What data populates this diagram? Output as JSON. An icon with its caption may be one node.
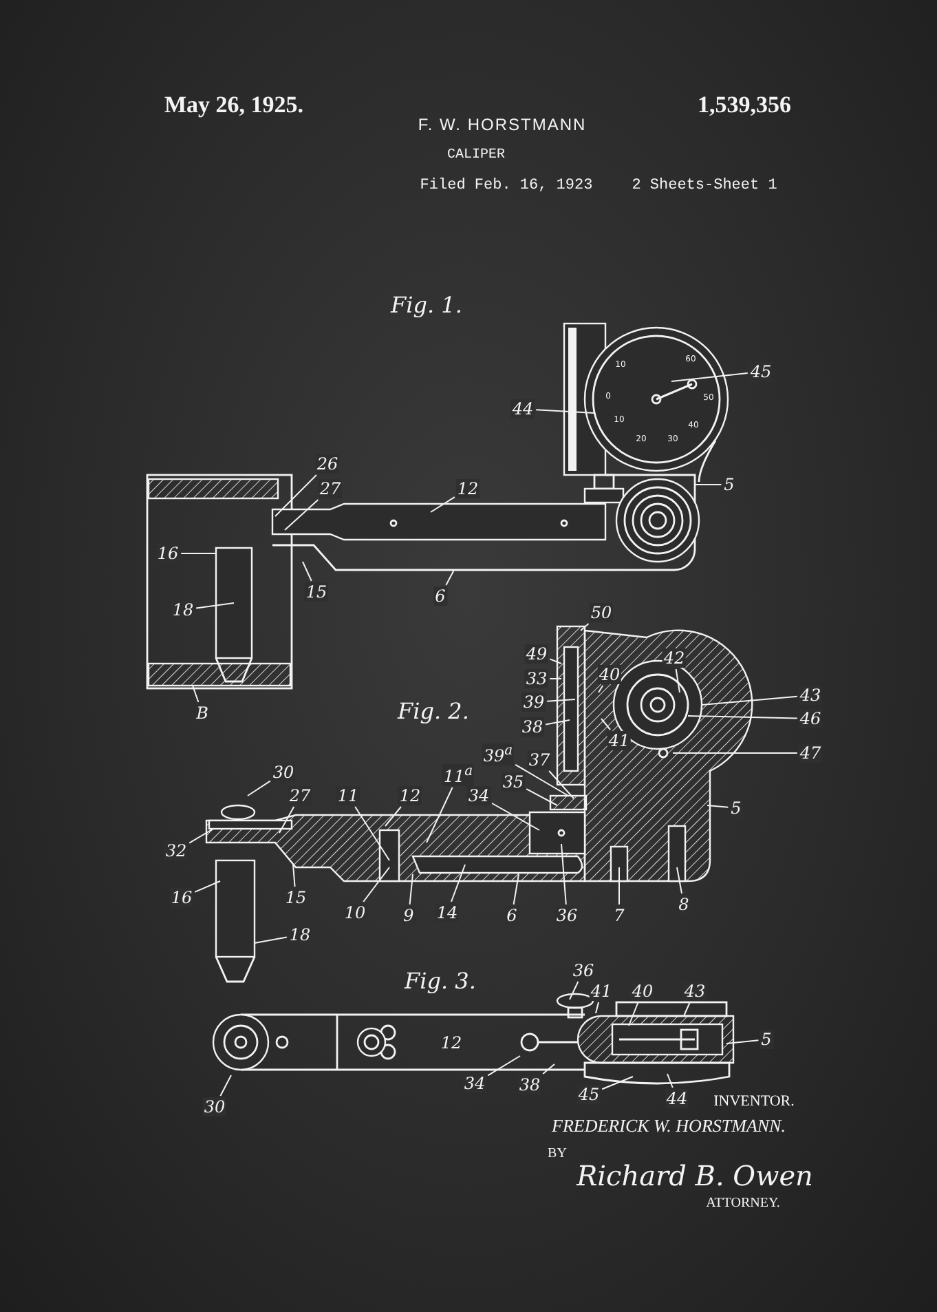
{
  "diagram": {
    "nodes": [
      {
        "text": [
          "44"
        ]
      },
      {
        "text": [
          "45"
        ]
      },
      {
        "text": [
          "26"
        ]
      },
      {
        "text": [
          "27"
        ]
      },
      {
        "text": [
          "12"
        ]
      },
      {
        "text": [
          "5"
        ]
      },
      {
        "text": [
          "16"
        ]
      },
      {
        "text": [
          "15"
        ]
      },
      {
        "text": [
          "6"
        ]
      },
      {
        "text": [
          "18"
        ]
      },
      {
        "text": [
          "B"
        ]
      },
      {
        "text": [
          "50"
        ]
      },
      {
        "text": [
          "49"
        ]
      },
      {
        "text": [
          "42"
        ]
      },
      {
        "text": [
          "40"
        ]
      },
      {
        "text": [
          "33"
        ]
      },
      {
        "text": [
          "43"
        ]
      },
      {
        "text": [
          "39"
        ]
      },
      {
        "text": [
          "46"
        ]
      },
      {
        "text": [
          "38"
        ]
      },
      {
        "text": [
          "41"
        ]
      },
      {
        "text": [
          "47"
        ]
      },
      {
        "text": [
          "39$^{a}$"
        ]
      },
      {
        "text": [
          "37"
        ]
      },
      {
        "text": [
          "11$^{a}$"
        ]
      },
      {
        "text": [
          "35"
        ]
      },
      {
        "text": [
          "30"
        ]
      },
      {
        "text": [
          "27"
        ]
      },
      {
        "text": [
          "11"
        ]
      },
      {
        "text": [
          "12"
        ]
      },
      {
        "text": [
          "34"
        ]
      },
      {
        "text": [
          "5"
        ]
      },
      {
        "text": [
          "32"
        ]
      },
      {
        "text": [
          "16"
        ]
      },
      {
        "text": [
          "15"
        ]
      },
      {
        "text": [
          "8"
        ]
      },
      {
        "text": [
          "10"
        ]
      },
      {
        "text": [
          "9"
        ]
      },
      {
        "text": [
          "14"
        ]
      },
      {
        "text": [
          "6"
        ]
      },
      {
        "text": [
          "36"
        ]
      },
      {
        "text": [
          "7"
        ]
      },
      {
        "text": [
          "18"
        ]
      },
      {
        "text": [
          "36"
        ]
      },
      {
        "text": [
          "41"
        ]
      },
      {
        "text": [
          "40"
        ]
      },
      {
        "text": [
          "43"
        ]
      },
      {
        "text": [
          "5"
        ]
      },
      {
        "text": [
          "30"
        ]
      },
      {
        "text": [
          "34"
        ]
      },
      {
        "text": [
          "38"
        ]
      },
      {
        "text": [
          "45"
        ]
      },
      {
        "text": [
          "44"
        ]
      }
    ],
    "edges": [
      {
        "from": 0,
        "to": null,
        "arrow": "none"
      },
      {
        "from": 1,
        "to": null,
        "arrow": "none"
      },
      {
        "from": 2,
        "to": null,
        "arrow": "none"
      },
      {
        "from": 3,
        "to": null,
        "arrow": "none"
      },
      {
        "from": 4,
        "to": null,
        "arrow": "none"
      },
      {
        "from": 5,
        "to": null,
        "arrow": "none"
      },
      {
        "from": 6,
        "to": null,
        "arrow": "none"
      },
      {
        "from": 7,
        "to": null,
        "arrow": "none"
      },
      {
        "from": 8,
        "to": null,
        "arrow": "none"
      },
      {
        "from": 9,
        "to": null,
        "arrow": "none"
      },
      {
        "from": 10,
        "to": null,
        "arrow": "none"
      },
      {
        "from": 11,
        "to": null,
        "arrow": "none"
      },
      {
        "from": 12,
        "to": null,
        "arrow": "none"
      },
      {
        "from": 13,
        "to": null,
        "arrow": "none"
      },
      {
        "from": 14,
        "to": null,
        "arrow": "none"
      },
      {
        "from": 15,
        "to": null,
        "arrow": "none"
      },
      {
        "from": 16,
        "to": null,
        "arrow": "none"
      },
      {
        "from": 17,
        "to": null,
        "arrow": "none"
      },
      {
        "from": 18,
        "to": null,
        "arrow": "none"
      },
      {
        "from": 19,
        "to": null,
        "arrow": "none"
      },
      {
        "from": 20,
        "to": null,
        "arrow": "none"
      },
      {
        "from": 21,
        "to": null,
        "arrow": "none"
      },
      {
        "from": 22,
        "to": null,
        "arrow": "none"
      },
      {
        "from": 23,
        "to": null,
        "arrow": "none"
      },
      {
        "from": 24,
        "to": null,
        "arrow": "none"
      },
      {
        "from": 25,
        "to": null,
        "arrow": "none"
      },
      {
        "from": 26,
        "to": null,
        "arrow": "none"
      },
      {
        "from": 27,
        "to": null,
        "arrow": "none"
      },
      {
        "from": 28,
        "to": null,
        "arrow": "none"
      },
      {
        "from": 29,
        "to": null,
        "arrow": "none"
      },
      {
        "from": 30,
        "to": null,
        "arrow": "none"
      },
      {
        "from": 31,
        "to": null,
        "arrow": "none"
      },
      {
        "from": 32,
        "to": null,
        "arrow": "none"
      },
      {
        "from": 33,
        "to": null,
        "arrow": "none"
      },
      {
        "from": 34,
        "to": null,
        "arrow": "none"
      },
      {
        "from": 35,
        "to": null,
        "arrow": "none"
      },
      {
        "from": 36,
        "to": null,
        "arrow": "none"
      },
      {
        "from": 37,
        "to": null,
        "arrow": "none"
      },
      {
        "from": 38,
        "to": null,
        "arrow": "none"
      },
      {
        "from": 39,
        "to": null,
        "arrow": "none"
      },
      {
        "from": 40,
        "to": null,
        "arrow": "none"
      },
      {
        "from": 41,
        "to": null,
        "arrow": "none"
      },
      {
        "from": 42,
        "to": null,
        "arrow": "none"
      },
      {
        "from": 43,
        "to": null,
        "arrow": "none"
      },
      {
        "from": 44,
        "to": null,
        "arrow": "none"
      },
      {
        "from": 45,
        "to": null,
        "arrow": "none"
      },
      {
        "from": 46,
        "to": null,
        "arrow": "none"
      },
      {
        "from": 47,
        "to": null,
        "arrow": "none"
      },
      {
        "from": 48,
        "to": null,
        "arrow": "none"
      },
      {
        "from": 49,
        "to": null,
        "arrow": "none"
      },
      {
        "from": 50,
        "to": null,
        "arrow": "none"
      },
      {
        "from": 51,
        "to": null,
        "arrow": "none"
      },
      {
        "from": 52,
        "to": null,
        "arrow": "none"
      }
    ],
    "labels": [
      "May 26, 1925.",
      "F. W. HORSTMANN",
      "1,539,356",
      "CALIPER",
      "Filed Feb. 16, 1923",
      "2 Sheets-Sheet 1",
      "Fig. 1.",
      "10",
      "60",
      "0",
      "50",
      "10",
      "20",
      "30",
      "40",
      "Fig. 2.",
      "Fig. 3.",
      "12",
      "INVENTOR.",
      "FREDERICK W. HORSTMANN.",
      "BY",
      "Richard B. Owen",
      "ATTORNEY."
    ]
  }
}
